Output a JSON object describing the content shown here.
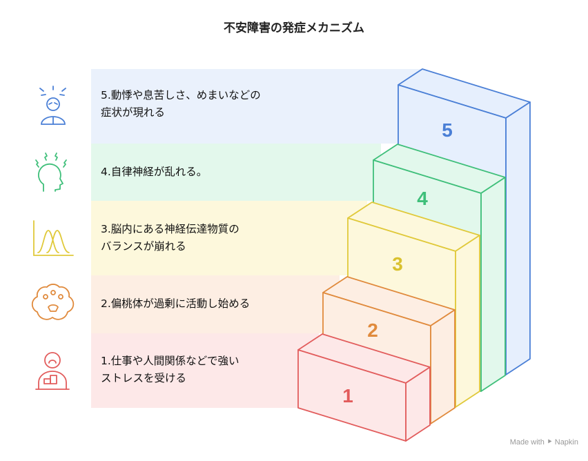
{
  "title": "不安障害の発症メカニズム",
  "steps": [
    {
      "number": "1",
      "label_line1": "1.仕事や人間関係などで強い",
      "label_line2": "ストレスを受ける",
      "icon": "person-stress-icon",
      "color": "#e25c5c",
      "fill": "#fde8e8"
    },
    {
      "number": "2",
      "label_line1": "2.偏桃体が過剰に活動し始める",
      "label_line2": "",
      "icon": "amygdala-icon",
      "color": "#e08a3c",
      "fill": "#fdeee3"
    },
    {
      "number": "3",
      "label_line1": "3.脳内にある神経伝達物質の",
      "label_line2": "バランスが崩れる",
      "icon": "distribution-curves-icon",
      "color": "#e0c93a",
      "fill": "#fdf8dc"
    },
    {
      "number": "4",
      "label_line1": "4.自律神経が乱れる。",
      "label_line2": "",
      "icon": "head-agitated-icon",
      "color": "#3fbf7a",
      "fill": "#e2f8ec"
    },
    {
      "number": "5",
      "label_line1": "5.動悸や息苦しさ、めまいなどの",
      "label_line2": "症状が現れる",
      "icon": "person-symptoms-icon",
      "color": "#4a7fd6",
      "fill": "#e6effd"
    }
  ],
  "footer": "Made with ⯈ Napkin"
}
